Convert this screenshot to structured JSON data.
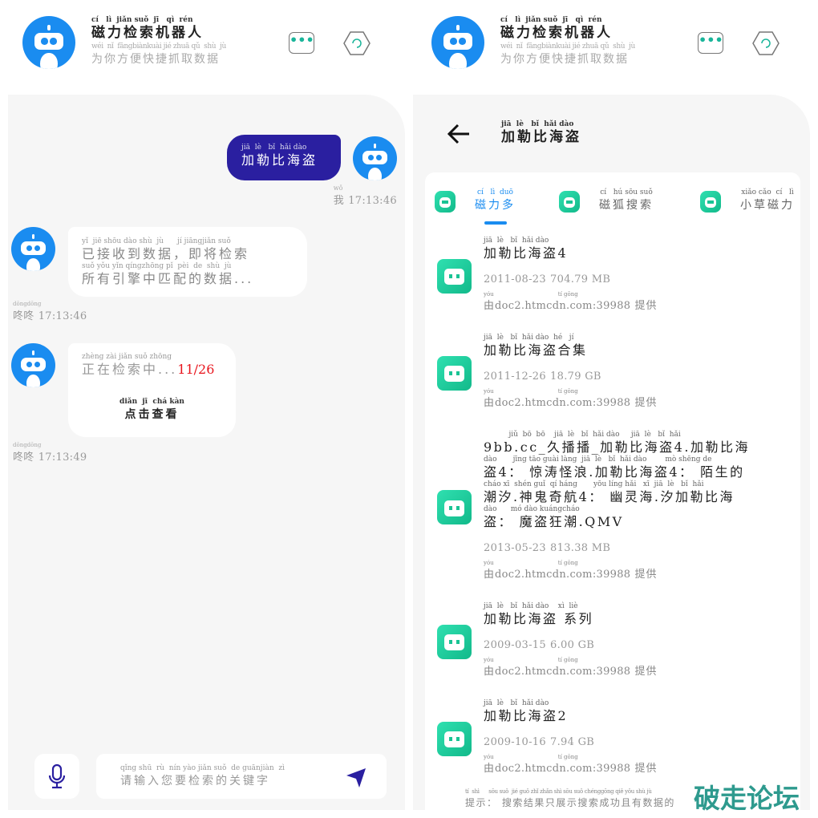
{
  "header": {
    "title_py": "cí   lì  jiǎn suǒ  jī   qì  rén",
    "title": "磁力检索机器人",
    "subtitle_py": "wéi  nǐ  fāngbiànkuài jié zhuā qǔ  shù  jù",
    "subtitle": "为你方便快捷抓取数据"
  },
  "chat": {
    "user_msg_py": "jiā  lè   bǐ  hǎi dào",
    "user_msg": "加勒比海盗",
    "user_name_py": "wǒ",
    "user_name": "我",
    "user_time": "17:13:46",
    "bot1_py1": "yǐ  jiē shōu dào shù  jù      jí jiāngjiǎn suǒ",
    "bot1_l1": "已接收到数据，即将检索",
    "bot1_py2": "suǒ yǒu yǐn qíngzhōng pǐ  pèi  de  shù  jù",
    "bot1_l2": "所有引擎中匹配的数据...",
    "bot_name_py": "dōngdōng",
    "bot_name": "咚咚",
    "bot1_time": "17:13:46",
    "bot2_py": "zhèng zài jiǎn suǒ zhōng",
    "bot2_text": "正在检索中...",
    "bot2_progress": "11/26",
    "bot2_link_py": "diǎn  jī  chá kàn",
    "bot2_link": "点击查看",
    "bot2_time": "17:13:49",
    "input_py": "qǐng shū  rù  nín yào jiǎn suǒ  de guānjiàn  zì",
    "input_placeholder": "请输入您要检索的关键字"
  },
  "results": {
    "title_py": "jiā  lè   bǐ  hǎi dào",
    "title": "加勒比海盗",
    "tabs": [
      {
        "py": "cí   lì  duō",
        "label": "磁力多"
      },
      {
        "py": "cí   hú sōu suǒ",
        "label": "磁狐搜索"
      },
      {
        "py": "xiǎo cǎo  cí   lì",
        "label": "小草磁力"
      }
    ],
    "source_py": "yóu                                    tí gōng",
    "source_pre": "由",
    "source_host": "doc2.htmcdn.com:39988",
    "source_post": "提供",
    "items": [
      {
        "lines": [
          {
            "py": "jiā  lè   bǐ  hǎi dào",
            "zh": "加勒比海盗4"
          }
        ],
        "date": "2011-08-23",
        "size": "704.79 MB"
      },
      {
        "lines": [
          {
            "py": "jiā  lè   bǐ  hǎi dào  hé   jí",
            "zh": "加勒比海盗合集"
          }
        ],
        "date": "2011-12-26",
        "size": "18.79 GB"
      },
      {
        "lines": [
          {
            "py": "           jiǔ  bō  bō    jiā  lè   bǐ  hǎi dào     jiā  lè   bǐ  hǎi",
            "zh": "9bb.cc_久播播_加勒比海盗4.加勒比海"
          },
          {
            "py": "dào       jīng tāo guài làng  jiā  lè   bǐ  hǎi dào        mò shēng de",
            "zh": "盗4： 惊涛怪浪.加勒比海盗4： 陌生的"
          },
          {
            "py": "cháo xī  shén guǐ  qí háng       yōu líng hǎi   xī  jiā  lè   bǐ  hǎi",
            "zh": "潮汐.神鬼奇航4： 幽灵海.汐加勒比海"
          },
          {
            "py": "dào      mó dào kuángcháo",
            "zh": "盗： 魔盗狂潮.QMV"
          }
        ],
        "date": "2013-05-23",
        "size": "813.38 MB"
      },
      {
        "lines": [
          {
            "py": "jiā  lè   bǐ  hǎi dào    xì  liè",
            "zh": "加勒比海盗 系列"
          }
        ],
        "date": "2009-03-15",
        "size": "6.00 GB"
      },
      {
        "lines": [
          {
            "py": "jiā  lè   bǐ  hǎi dào",
            "zh": "加勒比海盗2"
          }
        ],
        "date": "2009-10-16",
        "size": "7.94 GB"
      }
    ],
    "tip_py": "tí  shì      sōu suǒ  jié guǒ zhǐ zhǎn shì sōu suǒ chénggōng qiě yǒu shù jù",
    "tip": "提示： 搜索结果只展示搜索成功且有数据的"
  },
  "watermark": "破走论坛",
  "colors": {
    "accent": "#1a8cf0",
    "user_bubble": "#2a1fa0",
    "progress": "#e8141c",
    "watermark": "#2e9a8e"
  }
}
